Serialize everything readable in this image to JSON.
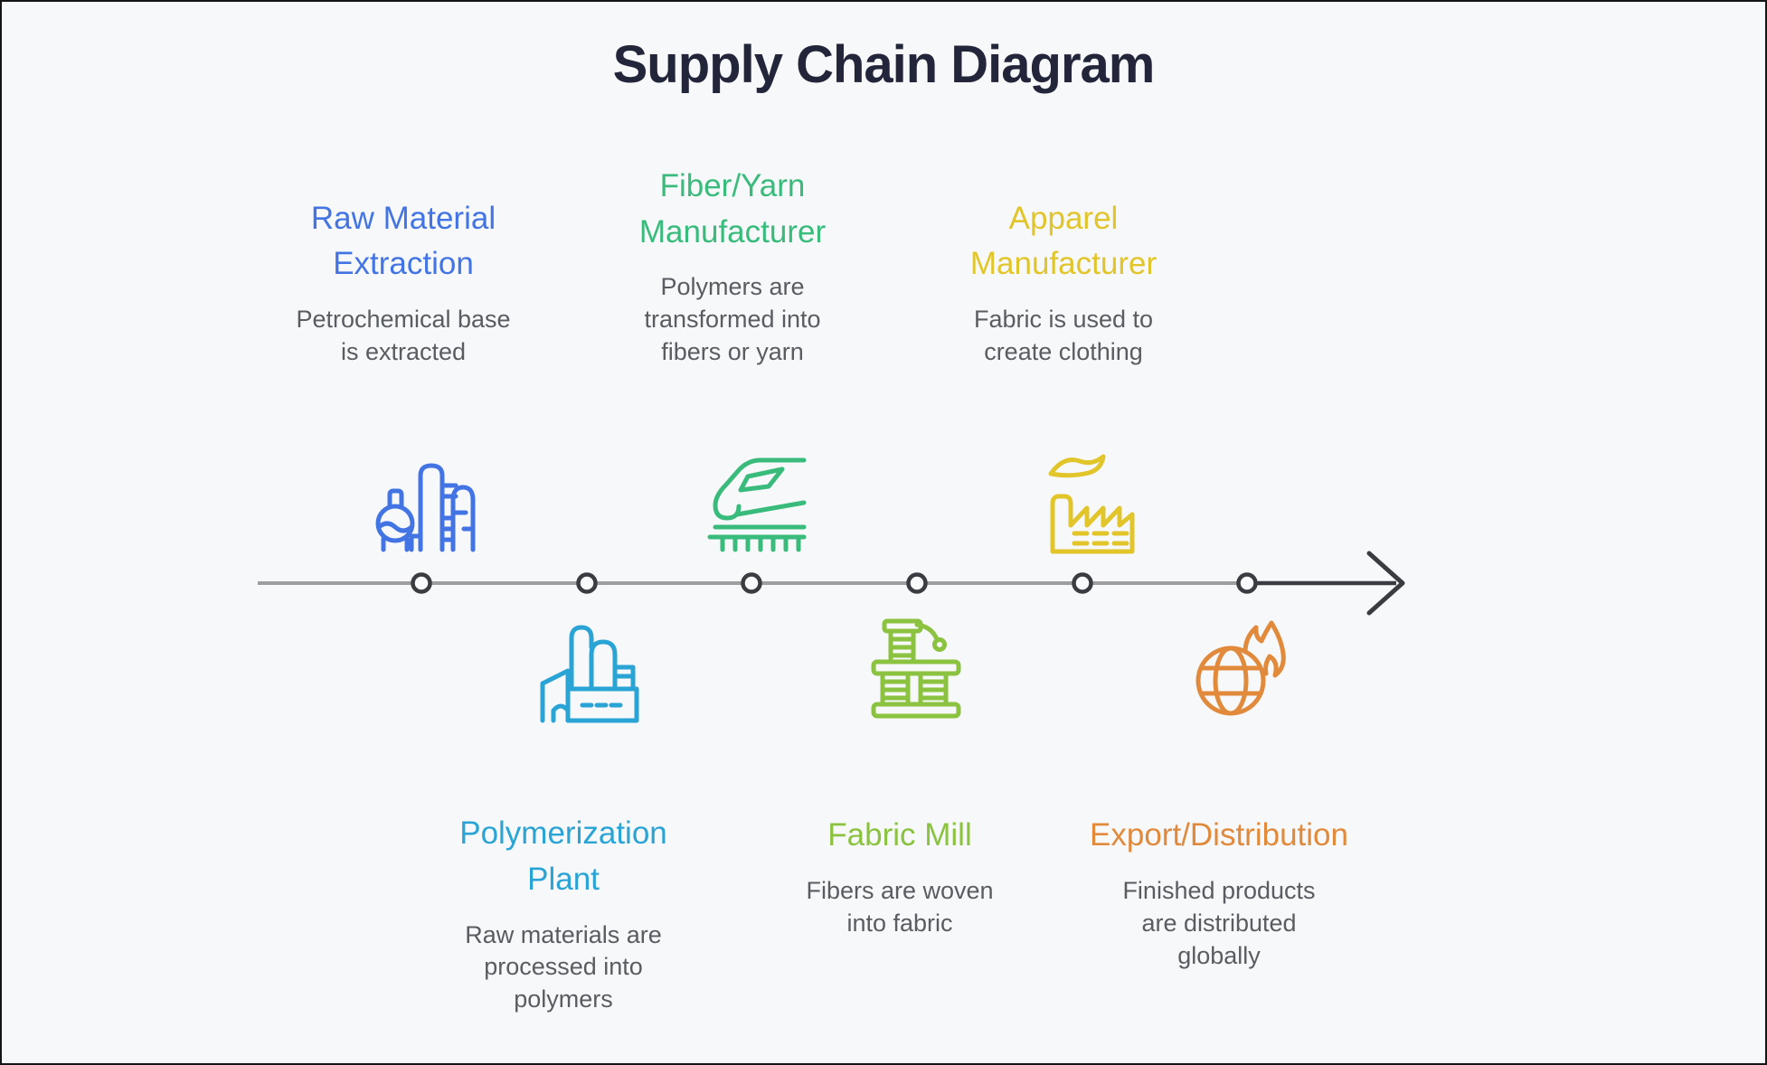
{
  "page": {
    "title": "Supply Chain Diagram",
    "background_color": "#f7f8fa",
    "frame_color": "#151515",
    "title_color": "#23263a",
    "description_color": "#595c61"
  },
  "timeline": {
    "direction": "left-to-right",
    "node_count": 6,
    "line_color": "#9e9ea0",
    "arrow_color": "#3a3c41"
  },
  "stages": [
    {
      "name": "Raw Material Extraction",
      "title": "Raw Material\nExtraction",
      "description": "Petrochemical base\nis extracted",
      "accent_color": "#4374e4",
      "icon": "oil-refinery-icon",
      "position": "above-line"
    },
    {
      "name": "Polymerization Plant",
      "title": "Polymerization\nPlant",
      "description": "Raw materials are\nprocessed into\npolymers",
      "accent_color": "#2aa3d5",
      "icon": "chemical-plant-icon",
      "position": "below-line"
    },
    {
      "name": "Fiber/Yarn Manufacturer",
      "title": "Fiber/Yarn\nManufacturer",
      "description": "Polymers are\ntransformed into\nfibers or yarn",
      "accent_color": "#39bb7c",
      "icon": "fiber-extruder-icon",
      "position": "above-line"
    },
    {
      "name": "Fabric Mill",
      "title": "Fabric Mill",
      "description": "Fibers are woven\ninto fabric",
      "accent_color": "#8bc23f",
      "icon": "loom-icon",
      "position": "below-line"
    },
    {
      "name": "Apparel Manufacturer",
      "title": "Apparel\nManufacturer",
      "description": "Fabric is used to\ncreate clothing",
      "accent_color": "#e1c52a",
      "icon": "factory-icon",
      "position": "above-line"
    },
    {
      "name": "Export/Distribution",
      "title": "Export/Distribution",
      "description": "Finished products\nare distributed\nglobally",
      "accent_color": "#e18a3c",
      "icon": "globe-flame-icon",
      "position": "below-line"
    }
  ]
}
